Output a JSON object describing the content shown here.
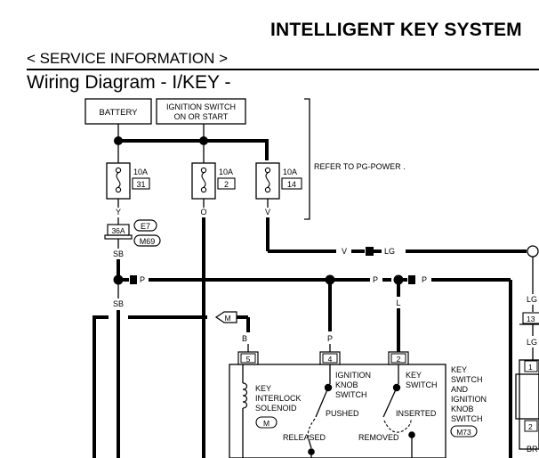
{
  "header": {
    "title": "INTELLIGENT KEY SYSTEM",
    "section": "< SERVICE INFORMATION >",
    "diagram_title": "Wiring Diagram - I/KEY -"
  },
  "sources": {
    "battery": "BATTERY",
    "ignition_line1": "IGNITION SWITCH",
    "ignition_line2": "ON OR START",
    "refer": "REFER TO  PG-POWER ."
  },
  "fuses": [
    {
      "amp": "10A",
      "num": "31",
      "wire": "Y"
    },
    {
      "amp": "10A",
      "num": "2",
      "wire": "O"
    },
    {
      "amp": "10A",
      "num": "14",
      "wire": "V"
    }
  ],
  "connectors": {
    "c36a": "36A",
    "e7": "E7",
    "m69": "M69",
    "m_tag": "M",
    "m73": "M73",
    "m_inner": "M",
    "pin5": "5",
    "pin4": "4",
    "pin2": "2",
    "pin13": "13",
    "pin1r": "1",
    "pin2r": "2"
  },
  "wires": {
    "sb_upper": "SB",
    "sb_lower": "SB",
    "v_mid": "V",
    "lg_mid": "LG",
    "p_left": "P",
    "p_mid": "P",
    "p_right": "P",
    "p_down": "P",
    "l_down": "L",
    "b_down": "B",
    "lg_right_upper": "LG",
    "lg_right_lower": "LG",
    "br_right": "BR"
  },
  "component": {
    "solenoid_line1": "KEY",
    "solenoid_line2": "INTERLOCK",
    "solenoid_line3": "SOLENOID",
    "knob_line1": "IGNITION",
    "knob_line2": "KNOB",
    "knob_line3": "SWITCH",
    "pushed": "PUSHED",
    "released": "RELEASED",
    "key_line1": "KEY",
    "key_line2": "SWITCH",
    "inserted": "INSERTED",
    "removed": "REMOVED",
    "label_line1": "KEY",
    "label_line2": "SWITCH",
    "label_line3": "AND",
    "label_line4": "IGNITION",
    "label_line5": "KNOB",
    "label_line6": "SWITCH"
  }
}
